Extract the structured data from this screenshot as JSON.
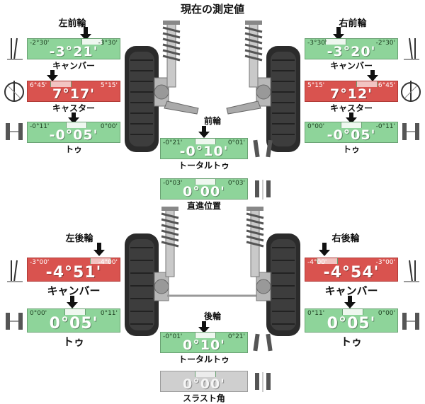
{
  "title": "現在の測定値",
  "front_left": {
    "header": "左前輪",
    "camber": {
      "min": "-2°30'",
      "max": "-3°30'",
      "value": "-3°21'",
      "label": "キャンバー"
    },
    "caster": {
      "min": "6°45'",
      "max": "5°15'",
      "value": "7°17'",
      "label": "キャスター"
    },
    "toe": {
      "min": "-0°11'",
      "max": "0°00'",
      "value": "-0°05'",
      "label": "トゥ"
    }
  },
  "front_right": {
    "header": "右前輪",
    "camber": {
      "min": "-3°30'",
      "max": "-2°30'",
      "value": "-3°20'",
      "label": "キャンバー"
    },
    "caster": {
      "min": "5°15'",
      "max": "6°45'",
      "value": "7°12'",
      "label": "キャスター"
    },
    "toe": {
      "min": "0°00'",
      "max": "-0°11'",
      "value": "-0°05'",
      "label": "トゥ"
    }
  },
  "front_center": {
    "header": "前輪",
    "total_toe": {
      "min": "-0°21'",
      "max": "0°01'",
      "value": "-0°10'",
      "label": "トータルトゥ"
    },
    "straight": {
      "min": "-0°03'",
      "max": "0°03'",
      "value": "0°00'",
      "label": "直進位置"
    }
  },
  "rear_left": {
    "header": "左後輪",
    "camber": {
      "min": "-3°00'",
      "max": "-4°00'",
      "value": "-4°51'",
      "label": "キャンバー"
    },
    "toe": {
      "min": "0°00'",
      "max": "0°11'",
      "value": "0°05'",
      "label": "トゥ"
    }
  },
  "rear_right": {
    "header": "右後輪",
    "camber": {
      "min": "-4°00'",
      "max": "-3°00'",
      "value": "-4°54'",
      "label": "キャンバー"
    },
    "toe": {
      "min": "0°11'",
      "max": "0°00'",
      "value": "0°05'",
      "label": "トゥ"
    }
  },
  "rear_center": {
    "header": "後輪",
    "total_toe": {
      "min": "-0°01'",
      "max": "0°21'",
      "value": "0°10'",
      "label": "トータルトゥ"
    },
    "thrust": {
      "value": "0°00'",
      "label": "スラスト角"
    }
  },
  "colors": {
    "in_spec": "#8ed49a",
    "out_of_spec": "#d9534f",
    "neutral": "#cfcfcf"
  }
}
